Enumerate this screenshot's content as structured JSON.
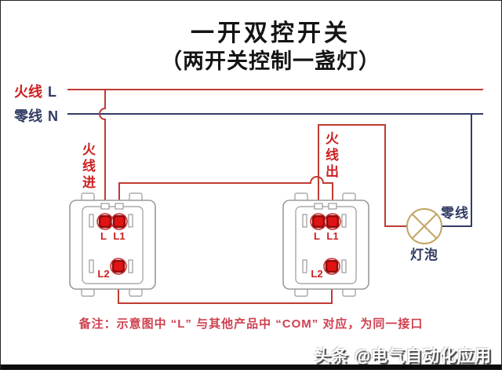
{
  "title": {
    "line1": "一开双控开关",
    "line2": "（两开关控制一盏灯）"
  },
  "bus": {
    "live_cn": "火线",
    "live_letter": "L",
    "neutral_cn": "零线",
    "neutral_letter": "N"
  },
  "labels": {
    "live_in": "火线进",
    "live_out": "火线出",
    "lamp_neutral": "零线",
    "lamp": "灯泡"
  },
  "switch_left": {
    "l": "L",
    "l1": "L1",
    "l2": "L2"
  },
  "switch_right": {
    "l": "L",
    "l1": "L1",
    "l2": "L2"
  },
  "note": "备注：示意图中 “L” 与其他产品中 “COM” 对应，为同一接口",
  "watermark": "头条 @电气自动化应用",
  "colors": {
    "wire_live": "#bf3b33",
    "wire_neutral": "#333c64",
    "text_red": "#cc1f1f",
    "text_navy": "#313b63",
    "terminal_fill": "#e21313",
    "terminal_border": "#8f0d0d",
    "lamp_stroke": "#c2a564",
    "note_color": "#cf4050",
    "plate_stroke": "#9a9a9a"
  }
}
